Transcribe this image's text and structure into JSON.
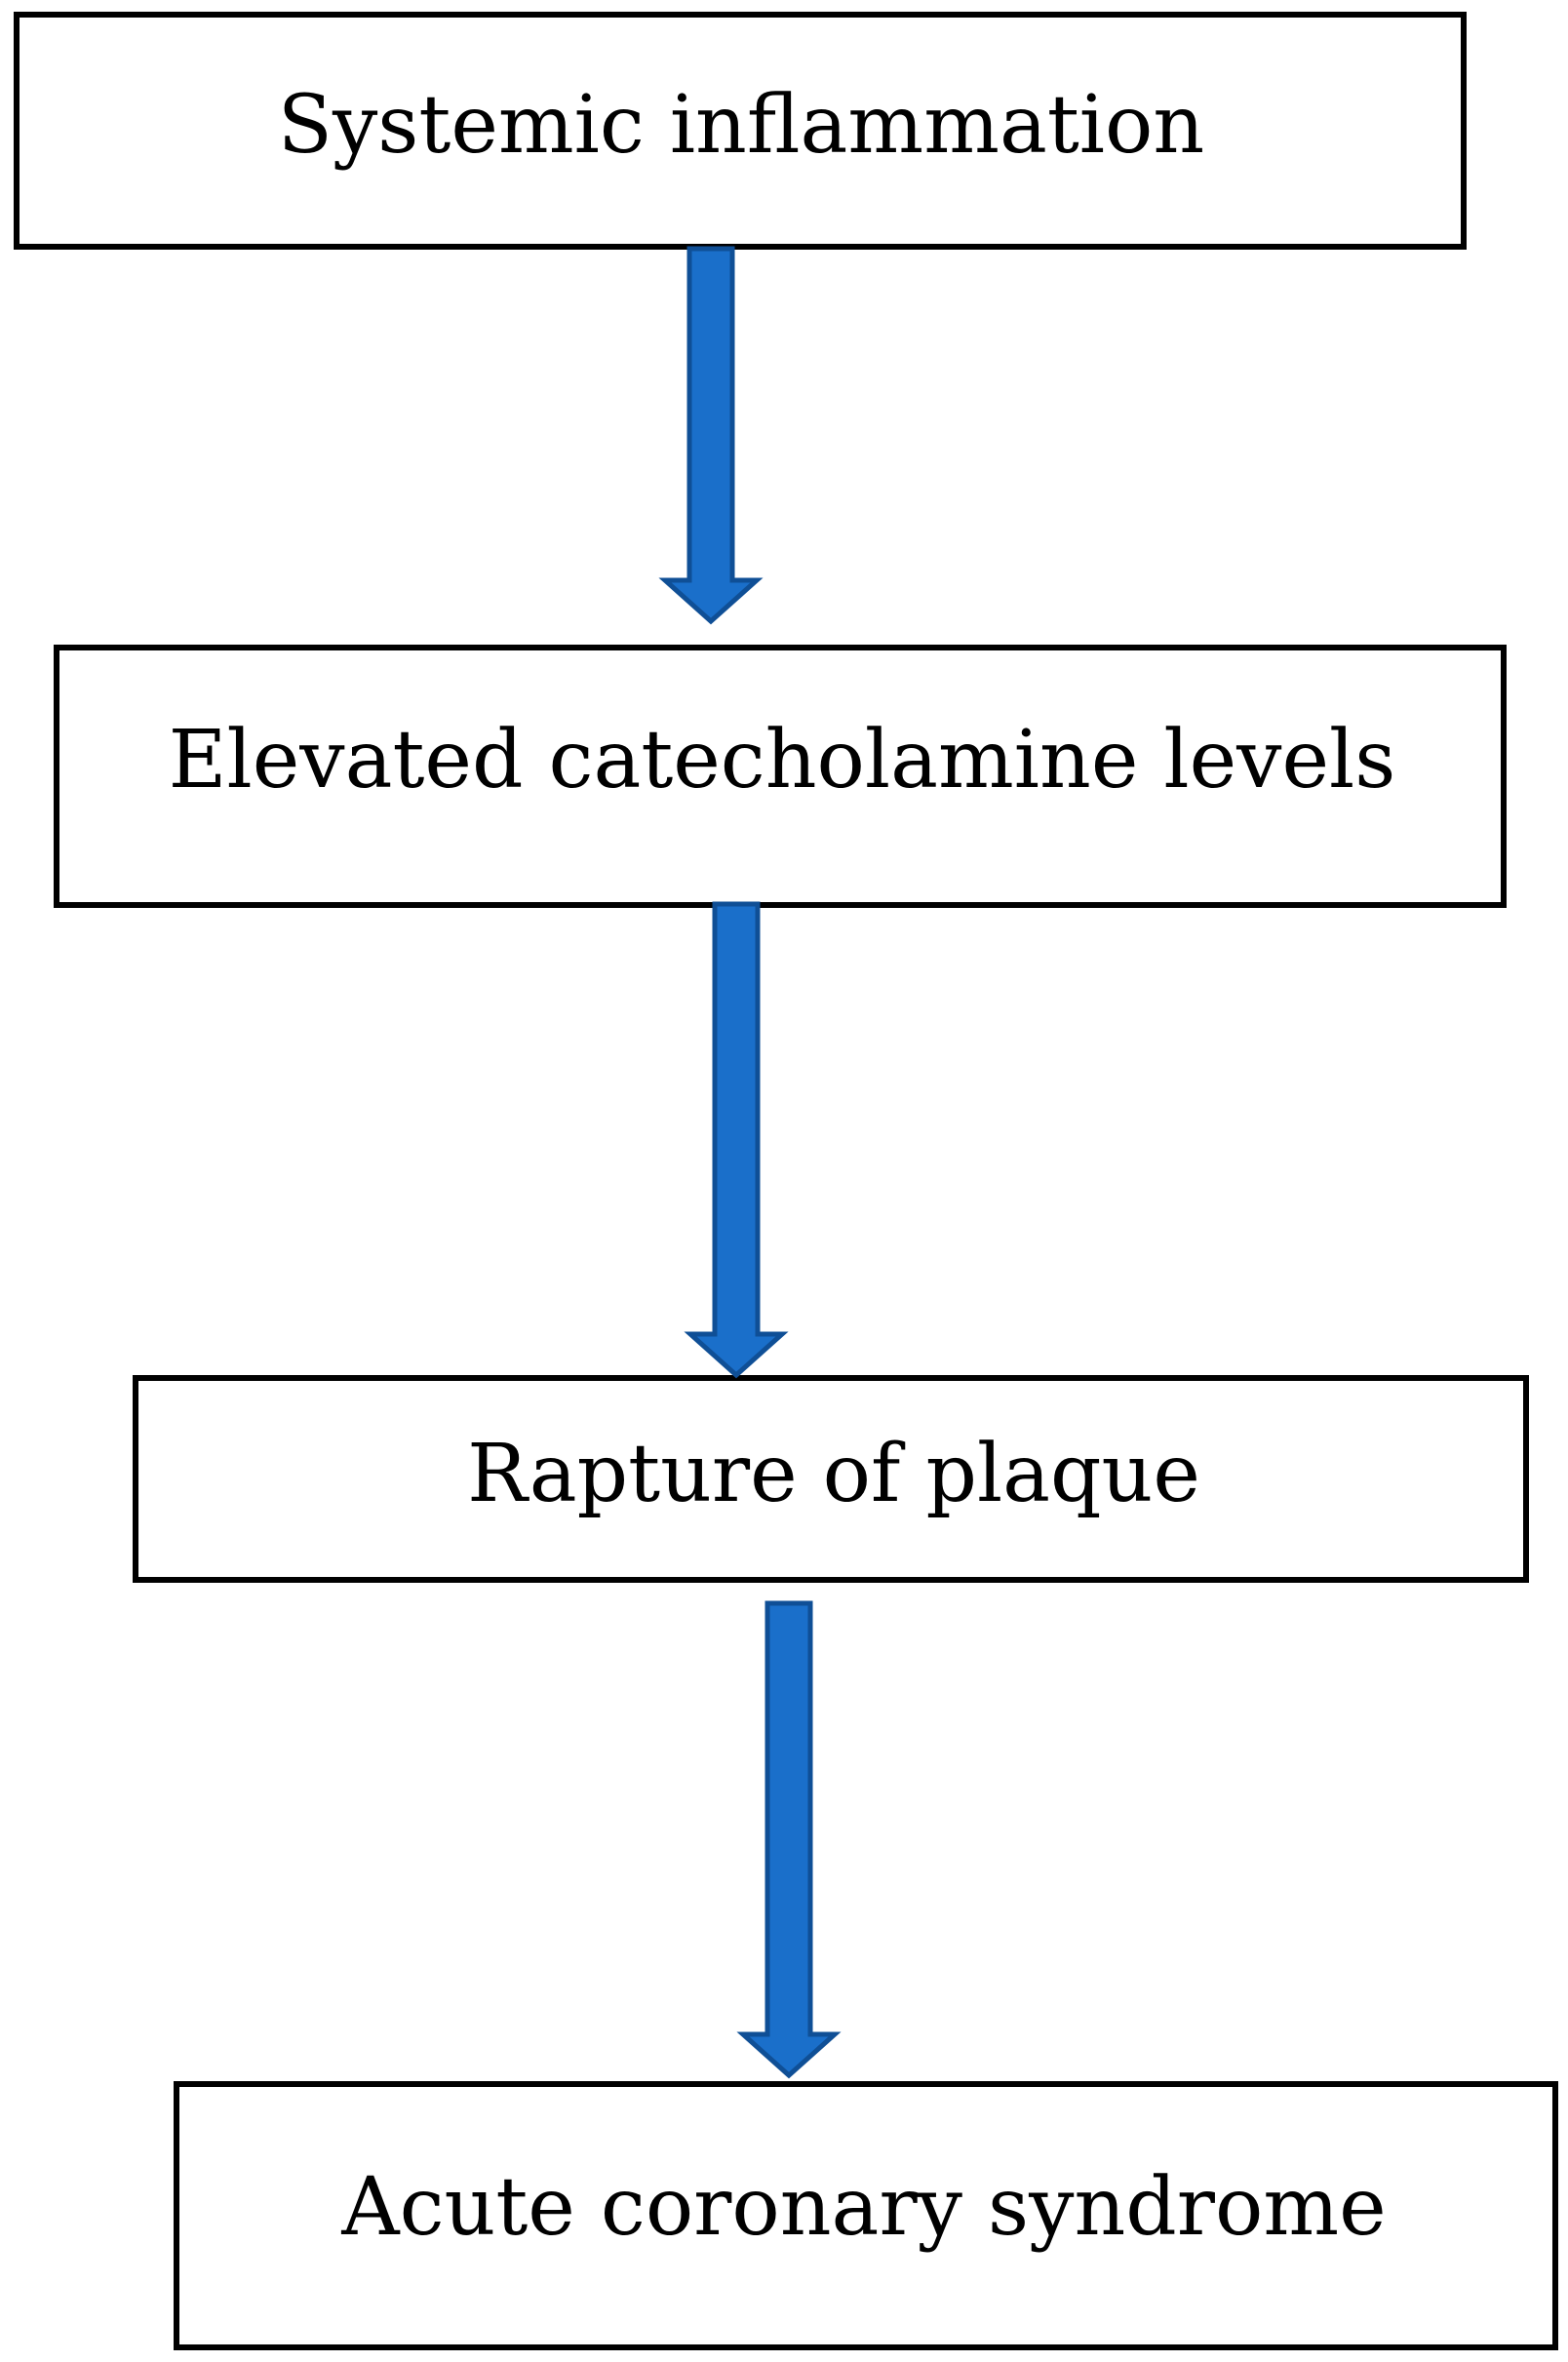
{
  "diagram": {
    "steps": [
      {
        "label": "Systemic inflammation"
      },
      {
        "label": "Elevated catecholamine levels"
      },
      {
        "label": "Rapture of plaque"
      },
      {
        "label": "Acute coronary syndrome"
      }
    ]
  },
  "colors": {
    "arrow_fill": "#1a6fca",
    "arrow_stroke": "#0f4f96",
    "box_border": "#000000"
  }
}
